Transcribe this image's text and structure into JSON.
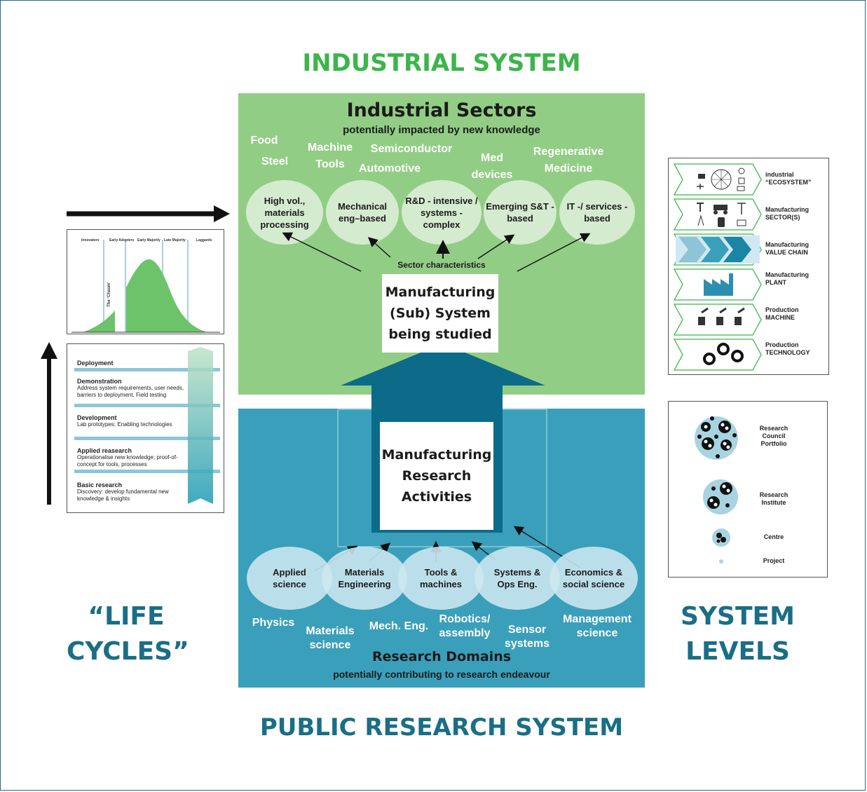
{
  "titles": {
    "industrial_system": "INDUSTRIAL SYSTEM",
    "public_research_system": "PUBLIC RESEARCH SYSTEM",
    "life_cycles_1": "“LIFE",
    "life_cycles_2": "CYCLES”",
    "system_levels_1": "SYSTEM",
    "system_levels_2": "LEVELS"
  },
  "industrial": {
    "heading": "Industrial Sectors",
    "subheading": "potentially impacted by new knowledge",
    "sectors": [
      "Food",
      "Steel",
      "Machine",
      "Tools",
      "Semiconductor",
      "Automotive",
      "Med",
      "devices",
      "Regenerative",
      "Medicine"
    ],
    "ellipses": [
      {
        "line1": "High vol., materials",
        "line2": "processing"
      },
      {
        "line1": "Mechanical",
        "line2": "eng–based"
      },
      {
        "line1": "R&D - intensive /",
        "line2": "systems - complex"
      },
      {
        "line1": "Emerging S&T -",
        "line2": "based"
      },
      {
        "line1": "IT -/ services -",
        "line2": "based"
      }
    ],
    "sector_characteristics": "Sector characteristics"
  },
  "center_box": {
    "line1": "Manufacturing",
    "line2": "(Sub) System",
    "line3": "being studied"
  },
  "research_box": {
    "line1": "Manufacturing",
    "line2": "Research",
    "line3": "Activities"
  },
  "research": {
    "ellipses": [
      {
        "line1": "Applied",
        "line2": "science"
      },
      {
        "line1": "Materials",
        "line2": "Engineering"
      },
      {
        "line1": "Tools &",
        "line2": "machines"
      },
      {
        "line1": "Systems &",
        "line2": "Ops Eng."
      },
      {
        "line1": "Economics &",
        "line2": "social science"
      }
    ],
    "domains": [
      "Physics",
      "Materials",
      "science",
      "Mech. Eng.",
      "Robotics/",
      "assembly",
      "Sensor",
      "systems",
      "Management",
      "science"
    ],
    "heading": "Research Domains",
    "subheading": "potentially contributing to research endeavour"
  },
  "adoption_curve": {
    "segments": [
      "Innovators",
      "Early Adopters",
      "Early Majority",
      "Late Majority",
      "Laggards"
    ],
    "chasm": "The ‘Chasm’"
  },
  "life_cycle": [
    {
      "title": "Deployment",
      "desc": ""
    },
    {
      "title": "Demonstration",
      "desc": "Address system requirements, user needs, barriers to deployment. Field testing"
    },
    {
      "title": "Development",
      "desc": "Lab prototypes; Enabling technologies"
    },
    {
      "title": "Applied reasearch",
      "desc": "Operationalise new knowledge; proof-of-concept for tools, processes"
    },
    {
      "title": "Basic research",
      "desc": "Discovery: develop fundamental new knowledge & insights"
    }
  ],
  "system_levels": [
    {
      "line1": "industrial",
      "line2": "“ECOSYSTEM”"
    },
    {
      "line1": "Manufacturing",
      "line2": "SECTOR(S)"
    },
    {
      "line1": "Manufacturing",
      "line2": "VALUE CHAIN"
    },
    {
      "line1": "Manufacturing",
      "line2": "PLANT"
    },
    {
      "line1": "Production",
      "line2": "MACHINE"
    },
    {
      "line1": "Production",
      "line2": "TECHNOLOGY"
    }
  ],
  "research_portfolio": [
    {
      "line1": "Research",
      "line2": "Council",
      "line3": "Portfolio"
    },
    {
      "line1": "Research",
      "line2": "Institute",
      "line3": ""
    },
    {
      "line1": "Centre",
      "line2": "",
      "line3": ""
    },
    {
      "line1": "Project",
      "line2": "",
      "line3": ""
    }
  ],
  "colors": {
    "industrial_green": "#92cd85",
    "research_blue": "#3a9fba",
    "title_green": "#3cb54a",
    "title_blue": "#1a6e86",
    "arrow_blue": "#0b6b88"
  }
}
